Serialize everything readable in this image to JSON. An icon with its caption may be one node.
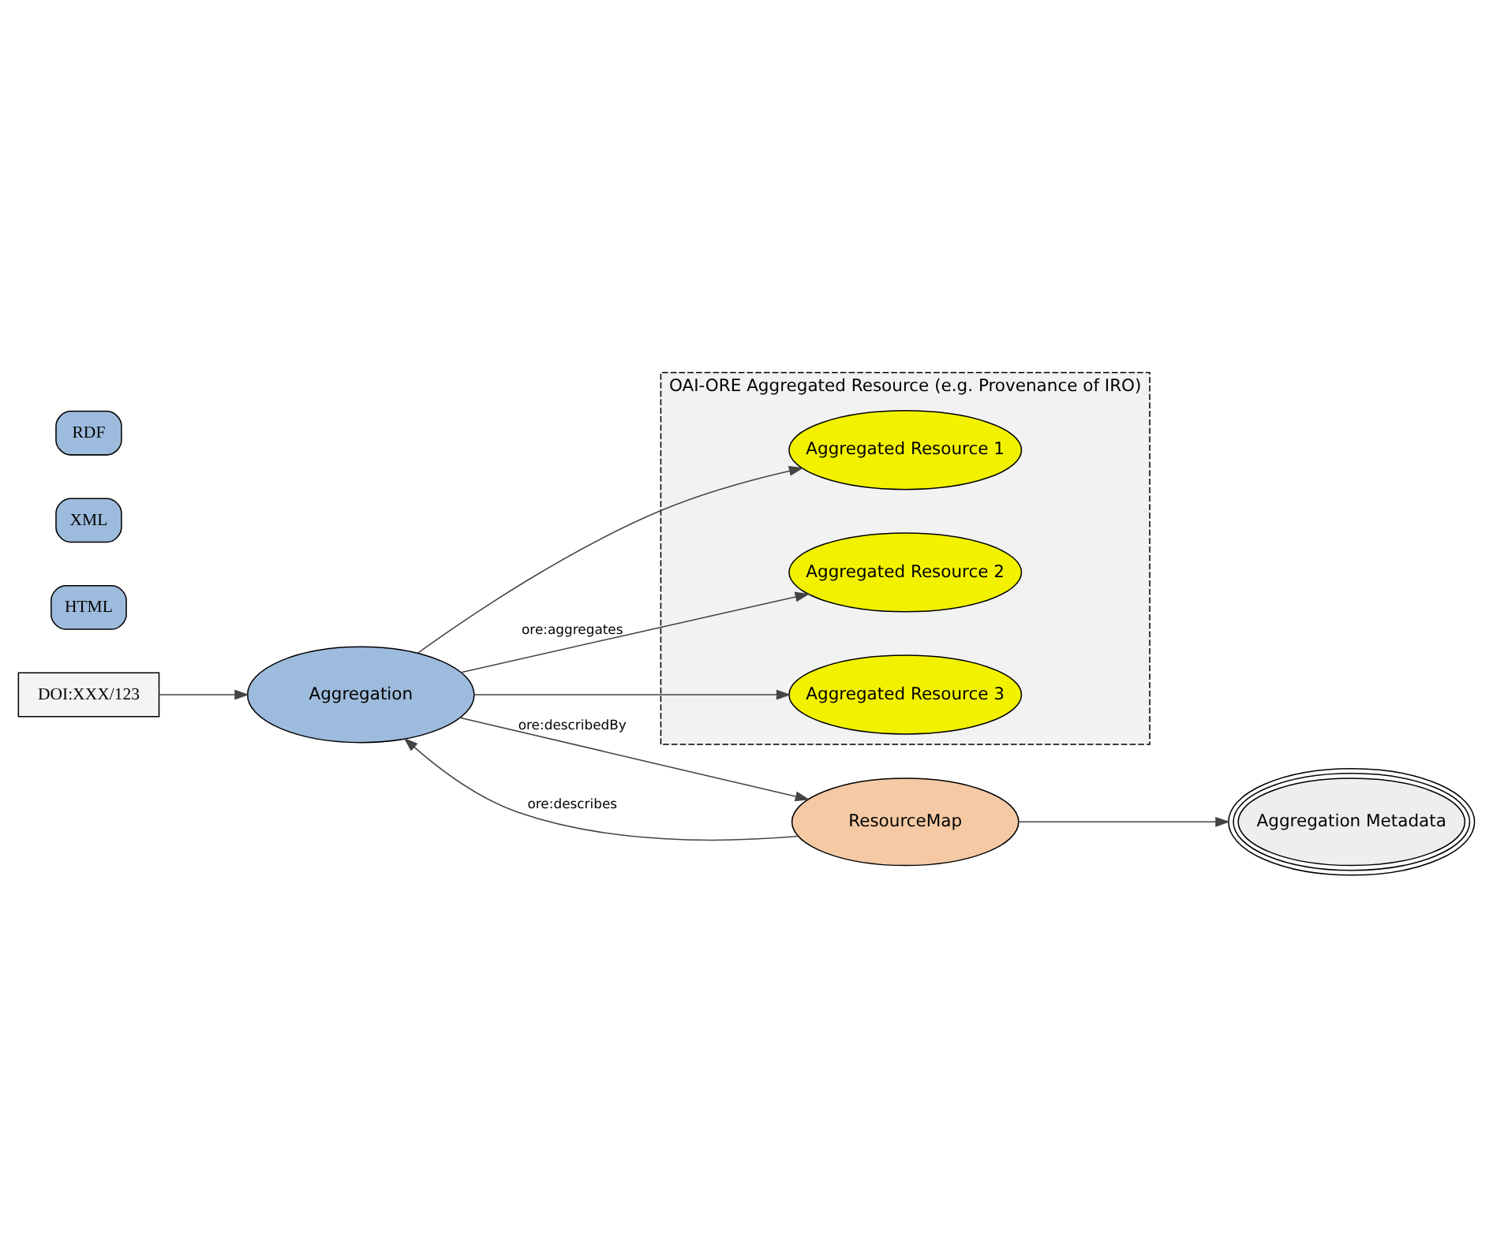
{
  "diagram": {
    "nodes": [
      {
        "text": [
          "DOI:XXX/123"
        ]
      },
      {
        "text": [
          "Aggregation"
        ]
      },
      {
        "text": [
          "OAI-ORE Aggregated Resource (e.g. Provenance of IRO)"
        ]
      },
      {
        "text": [
          "Aggregated Resource 1"
        ],
        "in": 2
      },
      {
        "text": [
          "Aggregated Resource 2"
        ],
        "in": 2
      },
      {
        "text": [
          "Aggregated Resource 3"
        ],
        "in": 2
      },
      {
        "text": [
          "ResourceMap"
        ]
      },
      {
        "text": [
          "Aggregation Metadata"
        ]
      },
      {
        "text": [
          "HTML"
        ]
      },
      {
        "text": [
          "XML"
        ]
      },
      {
        "text": [
          "RDF"
        ]
      }
    ],
    "edges": [
      {
        "from": 0,
        "to": 1,
        "arrow": "to"
      },
      {
        "from": 1,
        "to": 3,
        "arrow": "to"
      },
      {
        "from": 1,
        "to": 4,
        "arrow": "to",
        "label": "ore:aggregates"
      },
      {
        "from": 1,
        "to": 5,
        "arrow": "to"
      },
      {
        "from": 6,
        "to": 1,
        "arrow": "to",
        "label": "ore:describes"
      },
      {
        "from": 1,
        "to": 6,
        "arrow": "to",
        "label": "ore:describedBy"
      },
      {
        "from": 6,
        "to": 7,
        "arrow": "to"
      }
    ]
  }
}
